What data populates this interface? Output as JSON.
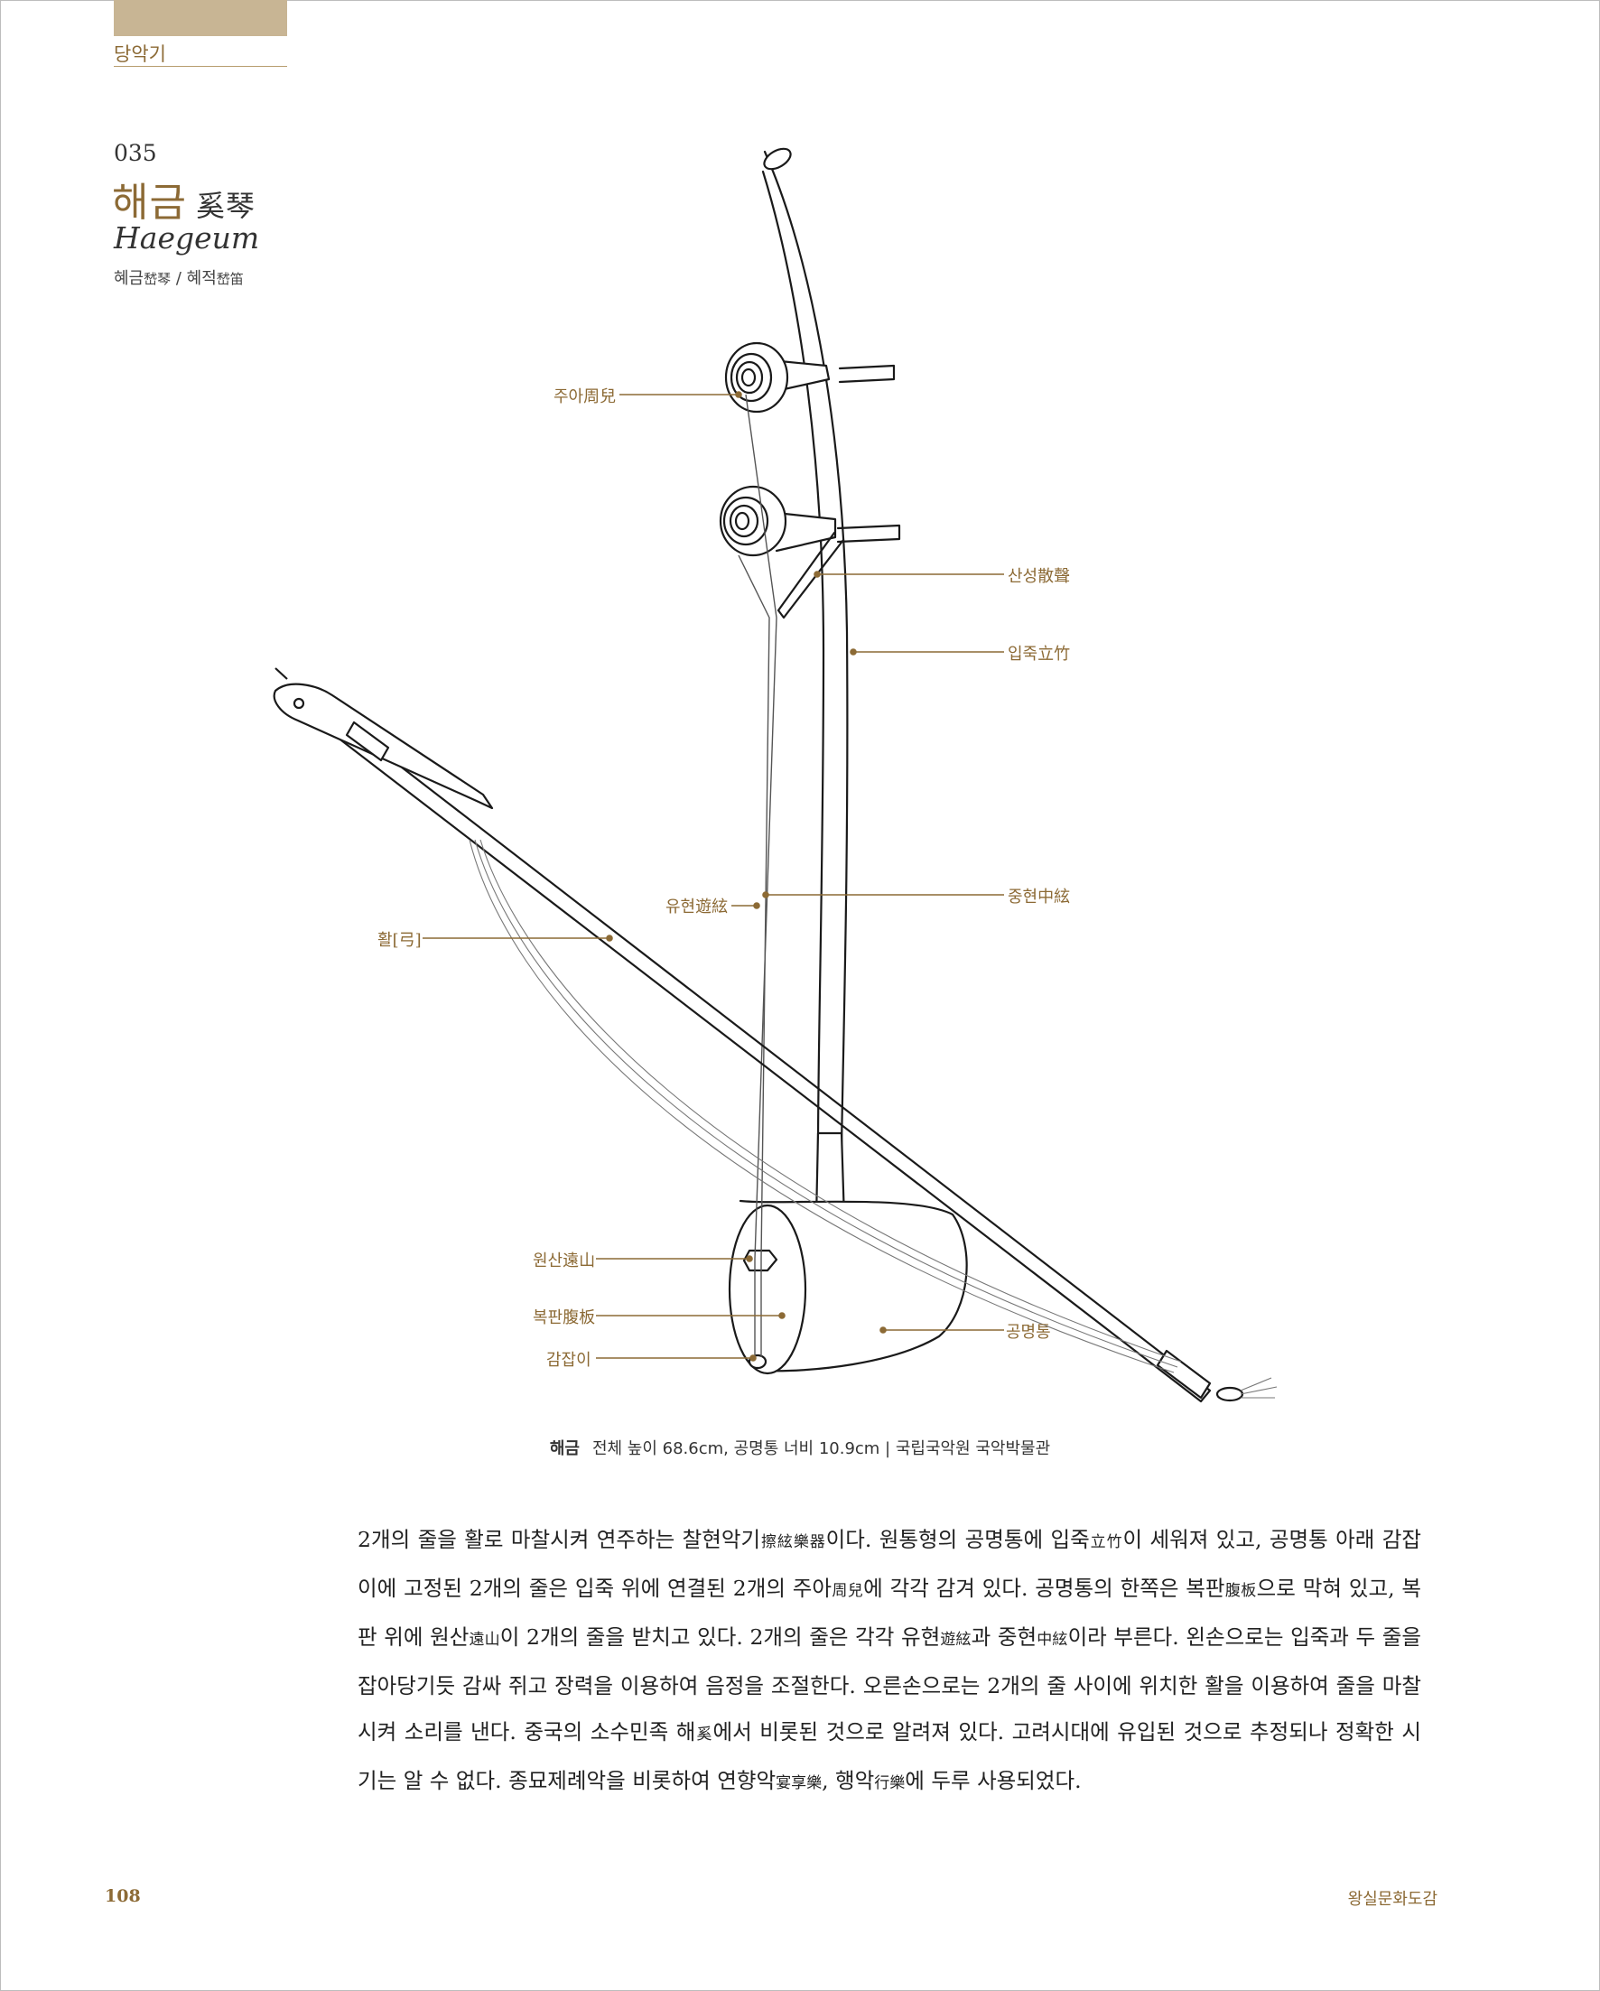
{
  "header": {
    "category": "당악기"
  },
  "entry": {
    "number": "035",
    "title": "해금",
    "title_hanja": "奚琴",
    "roman": "Haegeum",
    "alt_1": "혜금",
    "alt_1_hanja": "嵆琴",
    "alt_sep": " / ",
    "alt_2": "혜적",
    "alt_2_hanja": "嵆笛"
  },
  "labels": {
    "jua": "주아",
    "jua_h": "周兒",
    "sanseong": "산성",
    "sanseong_h": "散聲",
    "ipjuk": "입죽",
    "ipjuk_h": "立竹",
    "yuhyeon": "유현",
    "yuhyeon_h": "遊絃",
    "junghyeon": "중현",
    "junghyeon_h": "中絃",
    "hwal": "활",
    "hwal_h": "[弓]",
    "wonsan": "원산",
    "wonsan_h": "遠山",
    "bokpan": "복판",
    "bokpan_h": "腹板",
    "gamjabi": "감잡이",
    "gongmyeongtong": "공명통"
  },
  "caption": {
    "name": "해금",
    "text": "전체 높이 68.6cm, 공명통 너비 10.9cm | 국립국악원 국악박물관"
  },
  "body": {
    "p1": "2개의 줄을 활로 마찰시켜 연주하는 찰현악기",
    "h1": "擦絃樂器",
    "p2": "이다. 원통형의 공명통에 입죽",
    "h2": "立竹",
    "p3": "이 세워져 있고, 공명통 아래 감잡이에 고정된 2개의 줄은 입죽 위에 연결된 2개의 주아",
    "h3": "周兒",
    "p4": "에 각각 감겨 있다. 공명통의 한쪽은 복판",
    "h4": "腹板",
    "p5": "으로 막혀 있고, 복판 위에 원산",
    "h5": "遠山",
    "p6": "이 2개의 줄을 받치고 있다. 2개의 줄은 각각 유현",
    "h6": "遊絃",
    "p7": "과 중현",
    "h7": "中絃",
    "p8": "이라 부른다. 왼손으로는 입죽과 두 줄을 잡아당기듯 감싸 쥐고 장력을 이용하여 음정을 조절한다. 오른손으로는 2개의 줄 사이에 위치한 활을 이용하여 줄을 마찰시켜 소리를 낸다. 중국의 소수민족 해",
    "h8": "奚",
    "p9": "에서 비롯된 것으로 알려져 있다. 고려시대에 유입된 것으로 추정되나 정확한 시기는 알 수 없다. 종묘제례악을 비롯하여 연향악",
    "h9": "宴享樂",
    "p10": ", 행악",
    "h10": "行樂",
    "p11": "에 두루 사용되었다."
  },
  "footer": {
    "page_number": "108",
    "book_title": "왕실문화도감"
  }
}
